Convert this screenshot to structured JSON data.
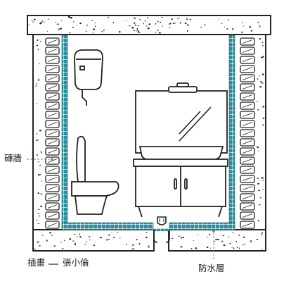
{
  "labels": {
    "brick_wall": "磚牆",
    "waterproof_layer": "防水層",
    "credit_prefix": "插畫",
    "credit_name": "張小倫"
  },
  "colors": {
    "waterproof": "#2b8fa0",
    "line": "#222222",
    "leader_green": "#4aa55a",
    "background": "#ffffff"
  }
}
